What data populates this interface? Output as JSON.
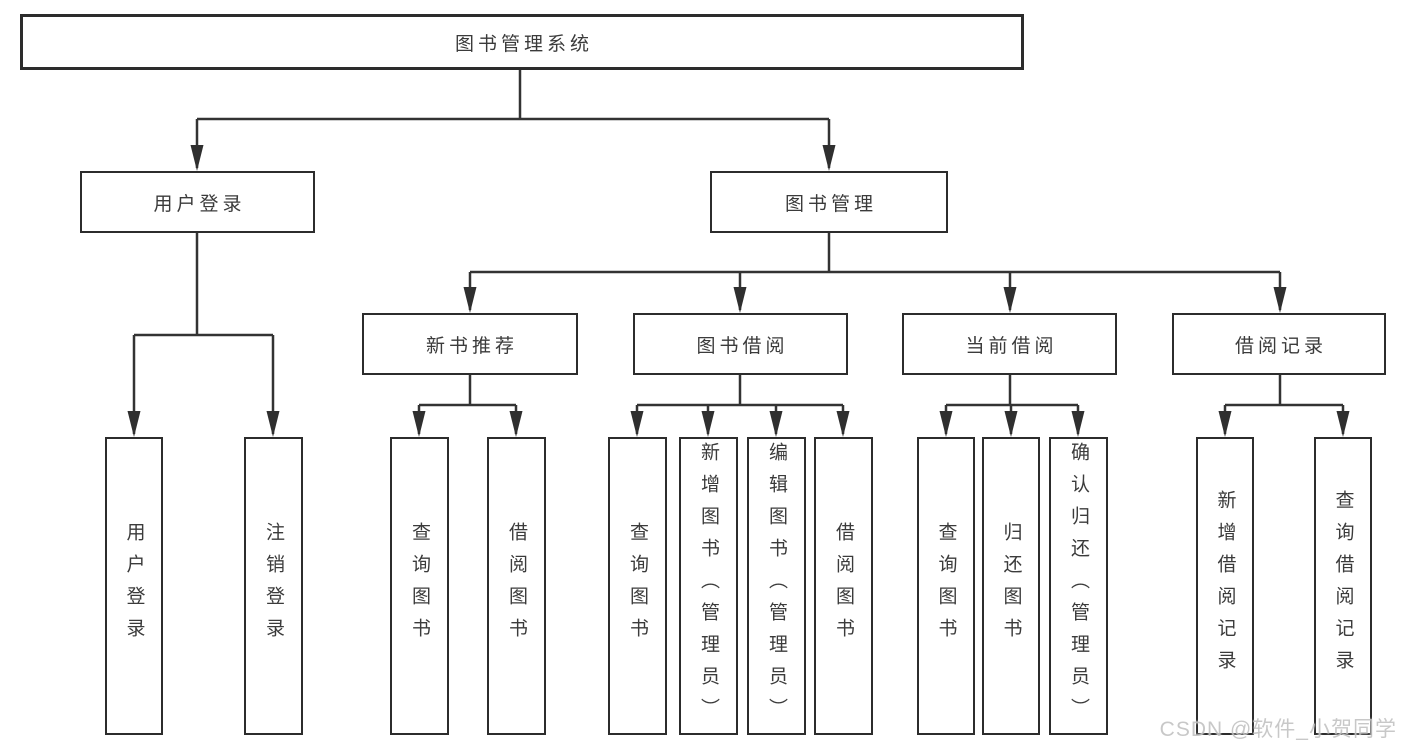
{
  "diagram": {
    "root": {
      "label": "图书管理系统",
      "children": [
        {
          "label": "用户登录",
          "children": [
            {
              "label": "用户登录"
            },
            {
              "label": "注销登录"
            }
          ]
        },
        {
          "label": "图书管理",
          "children": [
            {
              "label": "新书推荐",
              "children": [
                {
                  "label": "查询图书"
                },
                {
                  "label": "借阅图书"
                }
              ]
            },
            {
              "label": "图书借阅",
              "children": [
                {
                  "label": "查询图书"
                },
                {
                  "label": "新增图书（管理员）"
                },
                {
                  "label": "编辑图书（管理员）"
                },
                {
                  "label": "借阅图书"
                }
              ]
            },
            {
              "label": "当前借阅",
              "children": [
                {
                  "label": "查询图书"
                },
                {
                  "label": "归还图书"
                },
                {
                  "label": "确认归还（管理员）"
                }
              ]
            },
            {
              "label": "借阅记录",
              "children": [
                {
                  "label": "新增借阅记录"
                },
                {
                  "label": "查询借阅记录"
                }
              ]
            }
          ]
        }
      ]
    },
    "colors": {
      "line": "#333333",
      "box_border": "#2c2c2c",
      "text": "#3b3b3b",
      "background": "#ffffff",
      "watermark": "#c3c3c3"
    }
  },
  "watermark": {
    "text": "CSDN @软件_小贺同学"
  }
}
